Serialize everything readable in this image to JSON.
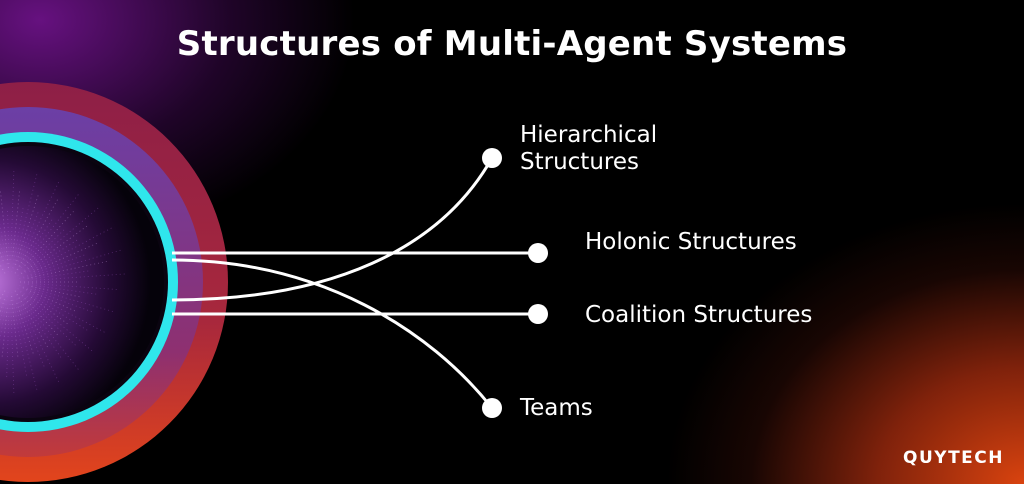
{
  "title": "Structures of Multi-Agent Systems",
  "nodes": [
    {
      "label": "Hierarchical\nStructures"
    },
    {
      "label": "Holonic Structures"
    },
    {
      "label": "Coalition Structures"
    },
    {
      "label": "Teams"
    }
  ],
  "brand": "QUYTECH",
  "colors": {
    "ring_outer": "#8e1f47",
    "ring_violet": "#6b3fa6",
    "ring_cyan": "#2fe6ec",
    "ring_bottom": "#e2451c",
    "line": "#ffffff",
    "glow_top_left": "#7a1496",
    "glow_bottom_right": "#d9430f"
  }
}
